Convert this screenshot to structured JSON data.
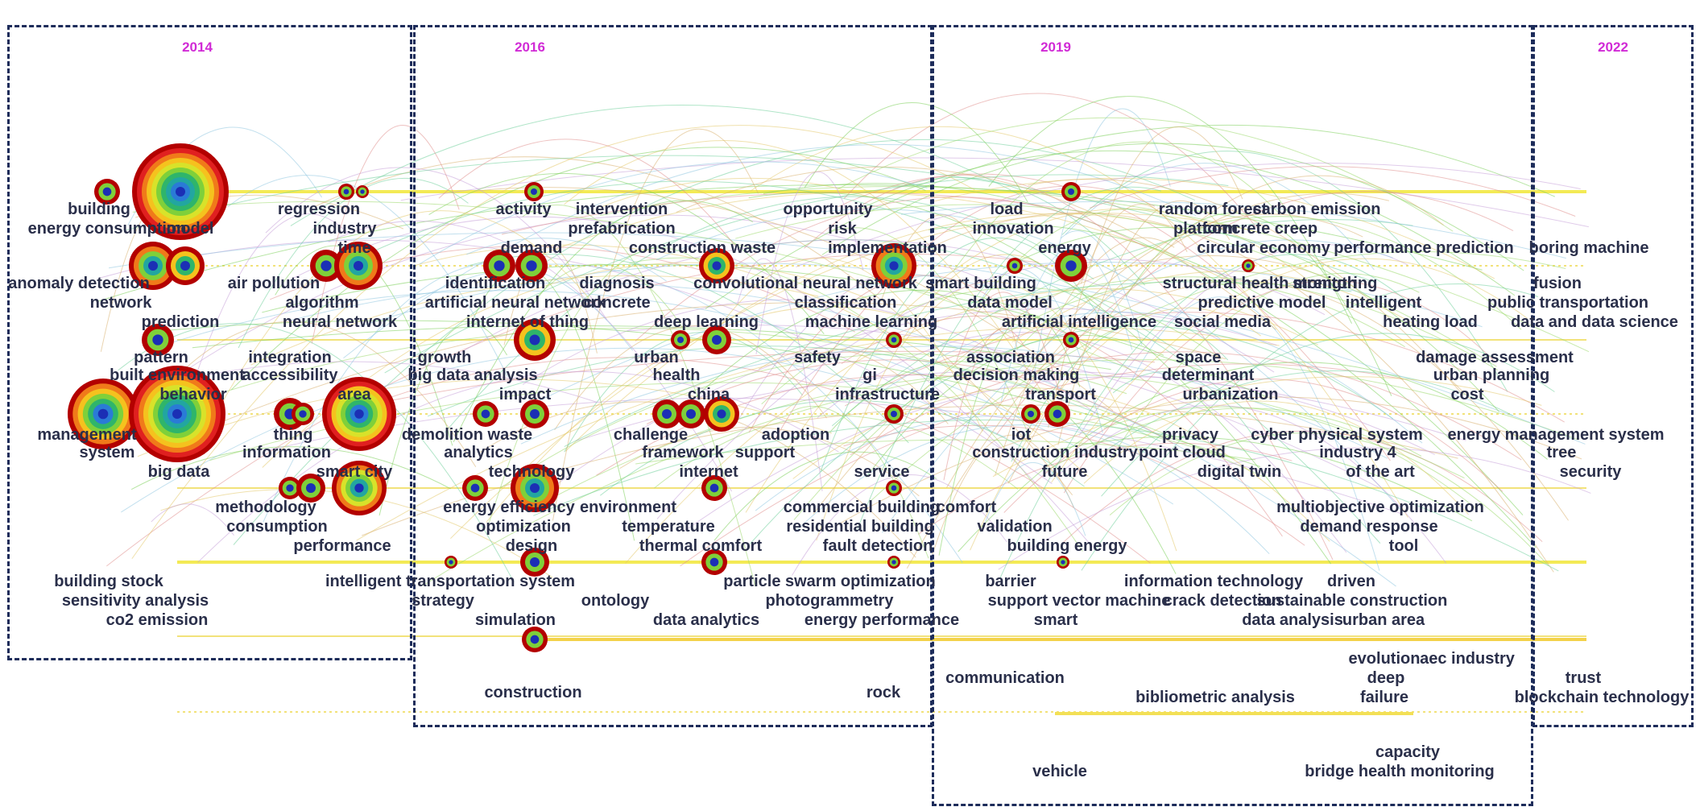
{
  "periods": [
    {
      "year": "2014"
    },
    {
      "year": "2016"
    },
    {
      "year": "2019"
    },
    {
      "year": "2022"
    }
  ],
  "keywords": [
    "building",
    "energy consumption",
    "model",
    "regression",
    "industry",
    "time",
    "anomaly detection",
    "network",
    "prediction",
    "air pollution",
    "algorithm",
    "neural network",
    "pattern",
    "built environment",
    "behavior",
    "integration",
    "accessibility",
    "area",
    "management",
    "system",
    "big data",
    "thing",
    "information",
    "smart city",
    "methodology",
    "consumption",
    "performance",
    "building stock",
    "sensitivity analysis",
    "co2 emission",
    "activity",
    "intervention",
    "prefabrication",
    "opportunity",
    "risk",
    "demand",
    "construction waste",
    "implementation",
    "identification",
    "diagnosis",
    "convolutional neural network",
    "artificial neural network",
    "concrete",
    "classification",
    "internet of thing",
    "deep learning",
    "machine learning",
    "growth",
    "big data analysis",
    "urban",
    "health",
    "safety",
    "gi",
    "impact",
    "china",
    "infrastructure",
    "demolition waste",
    "analytics",
    "challenge",
    "framework",
    "adoption",
    "support",
    "technology",
    "internet",
    "service",
    "energy efficiency",
    "environment",
    "commercial building",
    "temperature",
    "residential building",
    "optimization",
    "design",
    "thermal comfort",
    "fault detection",
    "intelligent transportation system",
    "strategy",
    "ontology",
    "particle swarm optimization",
    "photogrammetry",
    "simulation",
    "data analytics",
    "energy performance",
    "construction",
    "rock",
    "load",
    "innovation",
    "energy",
    "smart building",
    "data model",
    "artificial intelligence",
    "association",
    "decision making",
    "transport",
    "iot",
    "construction industry",
    "future",
    "comfort",
    "validation",
    "building energy",
    "barrier",
    "support vector machine",
    "smart",
    "communication",
    "bibliometric analysis",
    "vehicle",
    "random forest",
    "carbon emission",
    "platform",
    "concrete creep",
    "circular economy",
    "performance prediction",
    "structural health monitoring",
    "strength",
    "predictive model",
    "social media",
    "space",
    "determinant",
    "urbanization",
    "privacy",
    "point cloud",
    "digital twin",
    "cyber physical system",
    "industry 4",
    "of the art",
    "multiobjective optimization",
    "demand response",
    "tool",
    "information technology",
    "crack detection",
    "sustainable construction",
    "driven",
    "data analysis",
    "urban area",
    "evolution",
    "deep",
    "failure",
    "capacity",
    "bridge health monitoring",
    "boring machine",
    "fusion",
    "intelligent",
    "public transportation",
    "heating load",
    "data and data science",
    "damage assessment",
    "urban planning",
    "cost",
    "energy management system",
    "tree",
    "security",
    "aec industry",
    "trust",
    "blockchain technology"
  ]
}
